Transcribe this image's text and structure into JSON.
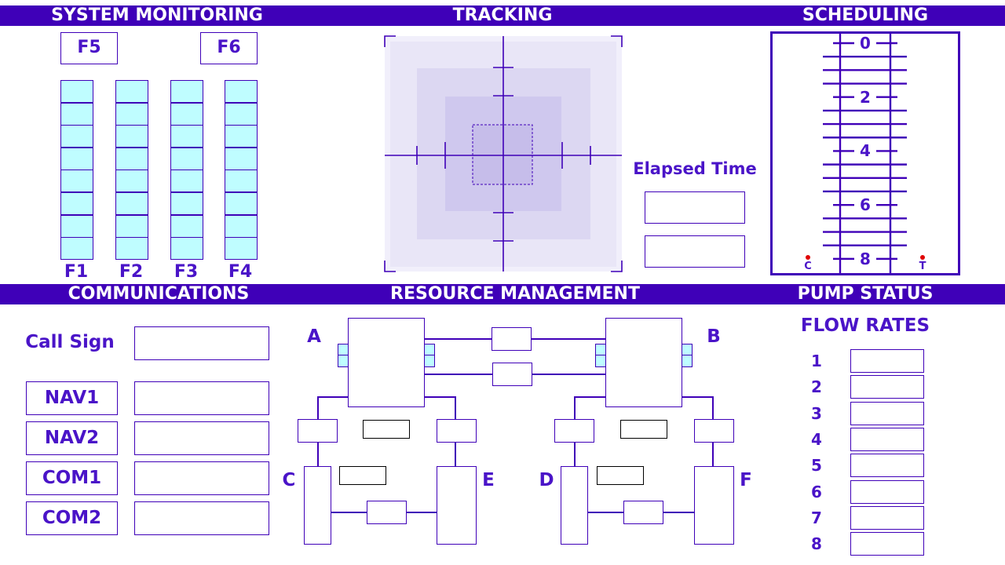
{
  "headers": {
    "system_monitoring": "SYSTEM MONITORING",
    "tracking": "TRACKING",
    "scheduling": "SCHEDULING",
    "communications": "COMMUNICATIONS",
    "resource_management": "RESOURCE MANAGEMENT",
    "pump_status": "PUMP STATUS"
  },
  "system_monitoring": {
    "f5": "F5",
    "f6": "F6",
    "gauges": [
      "F1",
      "F2",
      "F3",
      "F4"
    ]
  },
  "tracking": {
    "elapsed_time_label": "Elapsed Time"
  },
  "scheduling": {
    "ticks": [
      "0",
      "2",
      "4",
      "6",
      "8"
    ],
    "marker_left": "C",
    "marker_right": "T"
  },
  "communications": {
    "call_sign_label": "Call Sign",
    "radios": [
      "NAV1",
      "NAV2",
      "COM1",
      "COM2"
    ]
  },
  "resource_management": {
    "tanks": {
      "a": "A",
      "b": "B",
      "c": "C",
      "d": "D",
      "e": "E",
      "f": "F"
    }
  },
  "pump_status": {
    "title": "FLOW RATES",
    "pumps": [
      "1",
      "2",
      "3",
      "4",
      "5",
      "6",
      "7",
      "8"
    ]
  },
  "colors": {
    "header_bar": "#3f00b8",
    "accent_text": "#4a14c8",
    "gauge_fill": "#bffdff",
    "alert_dot": "#e00000"
  }
}
